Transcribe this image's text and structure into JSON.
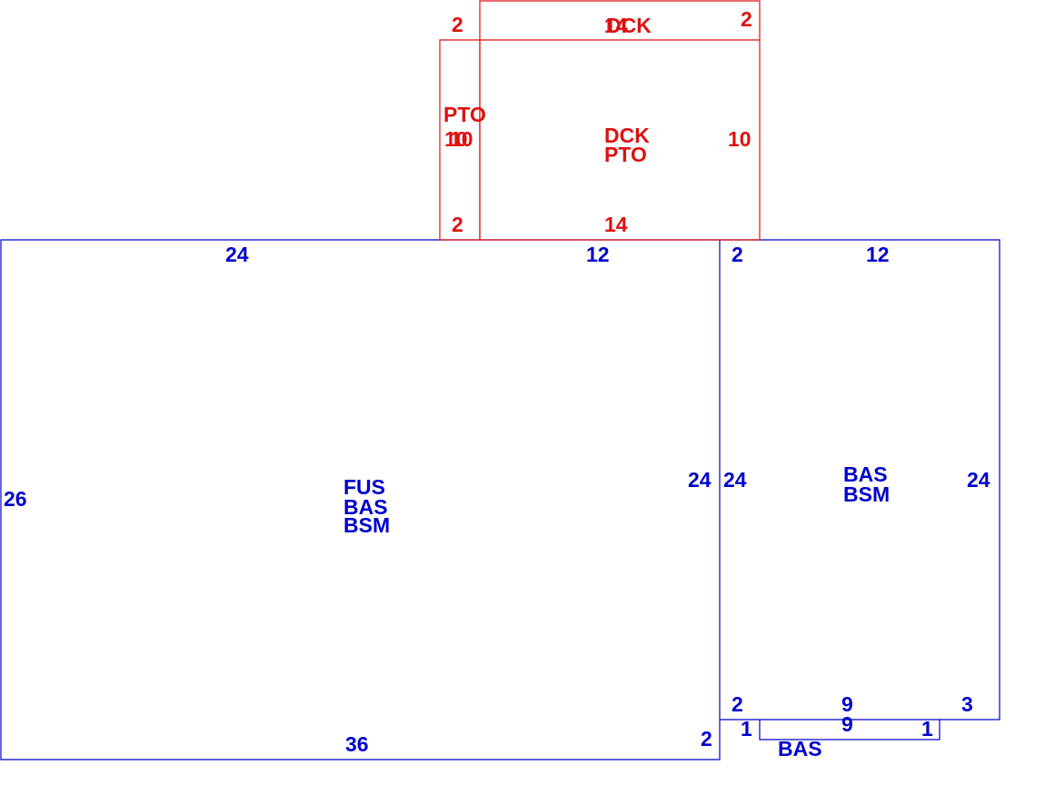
{
  "colors": {
    "living_area": "#0000cc",
    "exterior_feature": "#dd1111"
  },
  "main_area": {
    "codes": [
      "FUS",
      "BAS",
      "BSM"
    ],
    "dim_top_left": "24",
    "dim_top_right": "12",
    "dim_left": "26",
    "dim_right": "24",
    "dim_bottom": "36",
    "dim_bottom_step": "2"
  },
  "side_area": {
    "codes": [
      "BAS",
      "BSM"
    ],
    "dim_top_step": "2",
    "dim_top": "12",
    "dim_left": "24",
    "dim_right": "24",
    "dim_bottom_left": "2",
    "dim_bottom_mid": "9",
    "dim_bottom_right": "3"
  },
  "bay_area": {
    "code": "BAS",
    "dim_top": "9",
    "dim_left": "1",
    "dim_right": "1"
  },
  "patio": {
    "code": "PTO",
    "dim_top": "2",
    "dim_left": "10",
    "dim_right": "10",
    "dim_bottom": "2"
  },
  "deck": {
    "codes": [
      "DCK",
      "PTO"
    ],
    "dim_top": "14",
    "dim_right": "10",
    "dim_bottom": "14"
  },
  "upper_deck": {
    "code": "DCK",
    "dim_top": "14",
    "dim_right": "2"
  }
}
